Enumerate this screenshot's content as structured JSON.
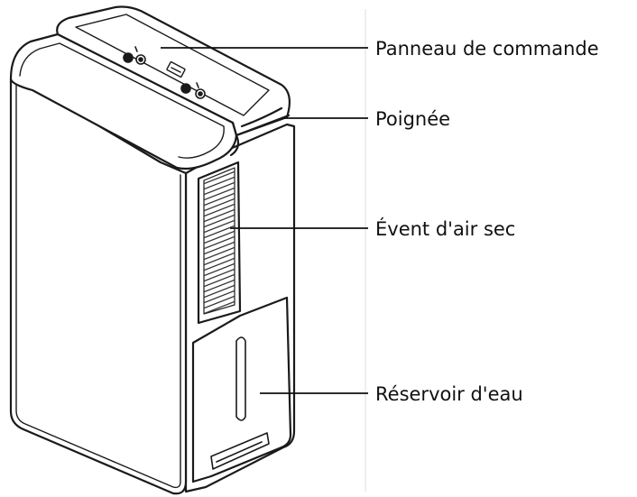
{
  "labels": {
    "control_panel": "Panneau de commande",
    "handle": "Poignée",
    "dry_air_vent": "Évent d'air sec",
    "water_tank": "Réservoir d'eau"
  },
  "colors": {
    "outline": "#1a1a1a",
    "body_fill": "#ffffff",
    "grille": "#333333",
    "leader_line": "#111111"
  },
  "icons": {
    "panel_buttons": "button-pair-icon",
    "panel_display": "digital-display-icon"
  }
}
